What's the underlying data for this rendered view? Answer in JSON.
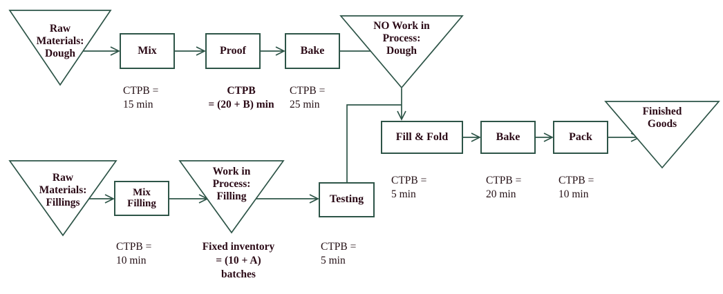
{
  "diagram": {
    "title": "Bakery process flow with CTPB annotations",
    "colors": {
      "stroke": "#2d5447",
      "text": "#2b0a16",
      "caption": "#241015",
      "background": "#ffffff"
    }
  },
  "nodes": {
    "raw_dough": {
      "label": "Raw\nMaterials:\nDough",
      "shape": "inverted-triangle"
    },
    "mix": {
      "label": "Mix",
      "shape": "box"
    },
    "proof": {
      "label": "Proof",
      "shape": "box"
    },
    "bake_top": {
      "label": "Bake",
      "shape": "box"
    },
    "no_wip_dough": {
      "label": "NO Work in\nProcess:\nDough",
      "shape": "inverted-triangle"
    },
    "raw_fillings": {
      "label": "Raw\nMaterials:\nFillings",
      "shape": "inverted-triangle"
    },
    "mix_filling": {
      "label": "Mix\nFilling",
      "shape": "box"
    },
    "wip_filling": {
      "label": "Work in\nProcess:\nFilling",
      "shape": "inverted-triangle"
    },
    "testing": {
      "label": "Testing",
      "shape": "box"
    },
    "fill_fold": {
      "label": "Fill & Fold",
      "shape": "box"
    },
    "bake_bottom": {
      "label": "Bake",
      "shape": "box"
    },
    "pack": {
      "label": "Pack",
      "shape": "box"
    },
    "finished_goods": {
      "label": "Finished\nGoods",
      "shape": "inverted-triangle"
    }
  },
  "captions": {
    "mix_ctpb": "CTPB =\n15 min",
    "proof_ctpb": "CTPB\n= (20 + B) min",
    "bake_top_ctpb": "CTPB =\n25 min",
    "fill_fold_ctpb": "CTPB =\n5 min",
    "bake_bottom_ctpb": "CTPB =\n20 min",
    "pack_ctpb": "CTPB =\n10 min",
    "mix_filling_ctpb": "CTPB =\n10 min",
    "wip_filling_inventory": "Fixed inventory\n= (10 + A)\nbatches",
    "testing_ctpb": "CTPB =\n5 min"
  }
}
